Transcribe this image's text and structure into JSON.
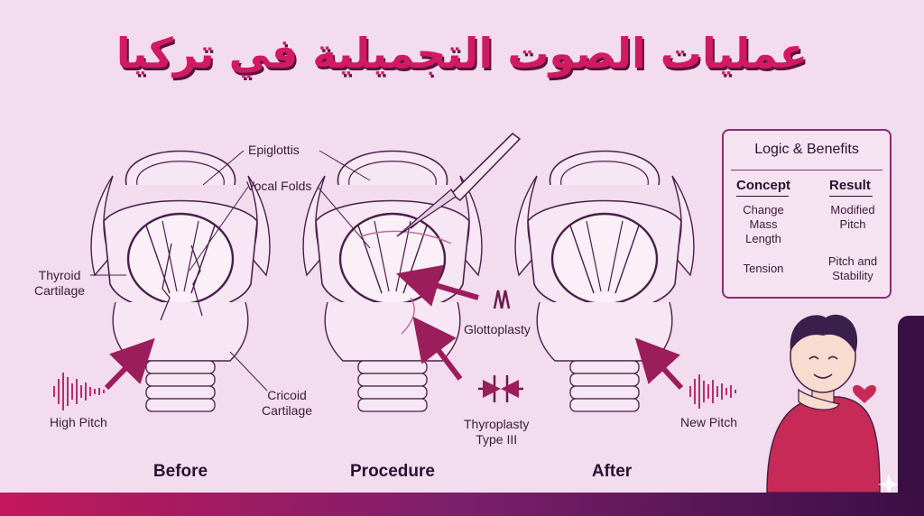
{
  "title": "عمليات الصوت التجميلية في تركيا",
  "colors": {
    "background": "#f2dcee",
    "title": "#d21a61",
    "outline": "#4a1f4a",
    "arrow": "#9c1d5c",
    "accent_dark": "#3a0f44"
  },
  "labels": {
    "epiglottis": "Epiglottis",
    "vocal_folds": "Vocal Folds",
    "thyroid_cartilage": "Thyroid\nCartilage",
    "cricoid_cartilage": "Cricoid\nCartilage",
    "high_pitch": "High Pitch",
    "glottoplasty": "Glottoplasty",
    "thyroplasty": "Thyroplasty\nType III",
    "new_pitch": "New Pitch"
  },
  "panels": {
    "before": "Before",
    "procedure": "Procedure",
    "after": "After"
  },
  "logic": {
    "title": "Logic & Benefits",
    "concept_header": "Concept",
    "result_header": "Result",
    "row1_concept": "Change\nMass\nLength",
    "row1_result": "Modified\nPitch",
    "row2_concept": "Tension",
    "row2_result": "Pitch and\nStability"
  },
  "icons": [
    "sound-wave-icon",
    "scalpel-icon",
    "heart-icon",
    "arrow-icon",
    "sparkle-icon"
  ]
}
